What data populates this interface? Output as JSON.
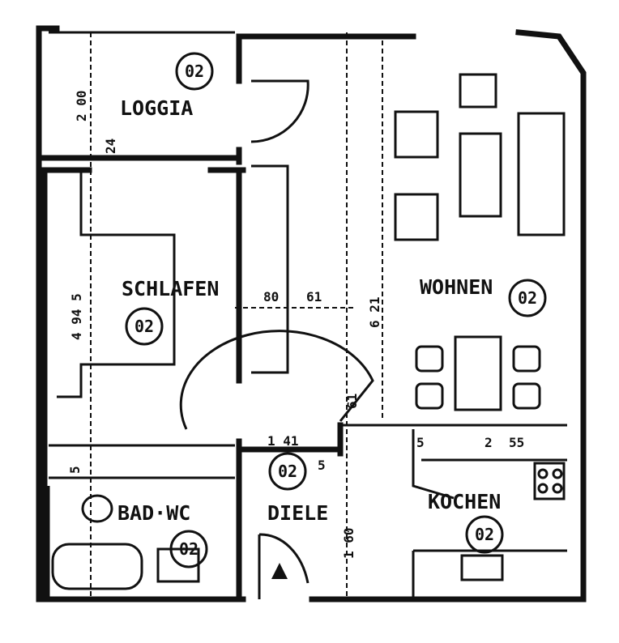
{
  "plan": {
    "rooms": {
      "loggia": {
        "label": "LOGGIA",
        "code": "02"
      },
      "schlafen": {
        "label": "SCHLAFEN",
        "code": "02"
      },
      "wohnen": {
        "label": "WOHNEN",
        "code": "02"
      },
      "bad": {
        "label": "BAD·WC",
        "code": "02"
      },
      "diele": {
        "label": "DIELE",
        "code": "02"
      },
      "kueche": {
        "label": "KOCHEN",
        "code": "02"
      }
    },
    "dimensions": {
      "loggia_height": "2 00",
      "loggia_wall": "24",
      "schlafen_height": "4 94 5",
      "wall_80": "80",
      "wall_61": "61",
      "wohnen_height": "6 21",
      "door_61": "61",
      "diele_width": "1 41",
      "diele_5": "5",
      "bad_5": "5",
      "kueche_5": "5",
      "kueche_2": "2",
      "kueche_55": "55",
      "diele_height": "1 60"
    }
  }
}
